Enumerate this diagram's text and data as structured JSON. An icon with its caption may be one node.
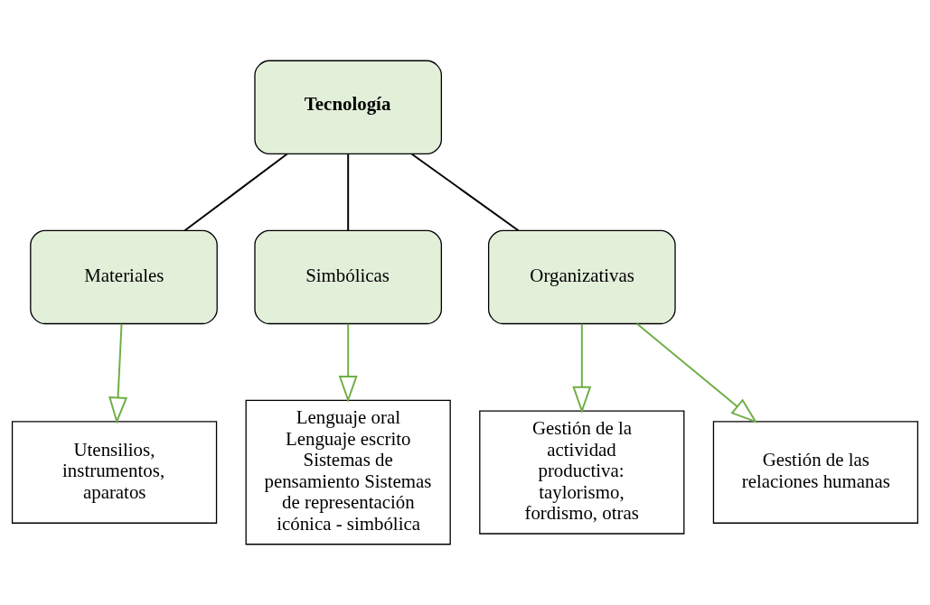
{
  "diagram": {
    "nodes": [
      {
        "text": [
          "Tecnología"
        ]
      },
      {
        "text": [
          "Materiales"
        ]
      },
      {
        "text": [
          "Simbólicas"
        ]
      },
      {
        "text": [
          "Organizativas"
        ]
      },
      {
        "text": [
          "Utensilios, instrumentos, aparatos"
        ]
      },
      {
        "text": [
          "Lenguaje oral Lenguaje escrito Sistemas de pensamiento Sistemas de representación icónica - simbólica"
        ]
      },
      {
        "text": [
          "Gestión de la actividad productiva: taylorismo, fordismo, otras"
        ]
      },
      {
        "text": [
          "Gestión de las relaciones humanas"
        ]
      }
    ],
    "edges": [
      {
        "from": 0,
        "to": 1,
        "arrow": "none",
        "color": "#000000"
      },
      {
        "from": 0,
        "to": 2,
        "arrow": "none",
        "color": "#000000"
      },
      {
        "from": 0,
        "to": 3,
        "arrow": "none",
        "color": "#000000"
      },
      {
        "from": 1,
        "to": 4,
        "arrow": "to",
        "color": "#70ad47"
      },
      {
        "from": 2,
        "to": 5,
        "arrow": "to",
        "color": "#70ad47"
      },
      {
        "from": 3,
        "to": 6,
        "arrow": "to",
        "color": "#70ad47"
      },
      {
        "from": 3,
        "to": 7,
        "arrow": "to",
        "color": "#70ad47"
      }
    ]
  }
}
